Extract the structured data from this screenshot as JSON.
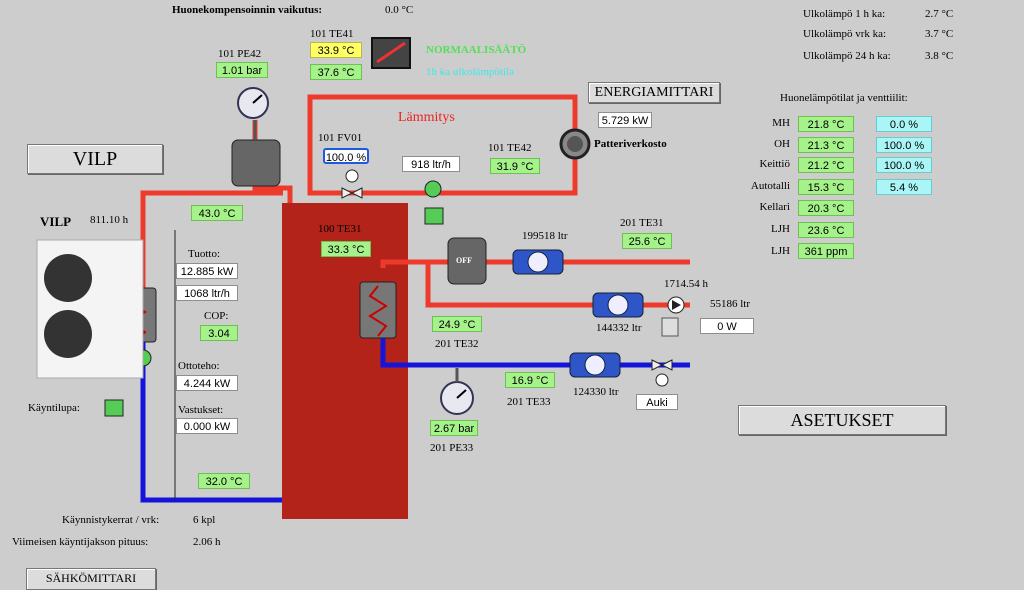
{
  "header": {
    "room_comp_label": "Huonekompensoinnin vaikutus:",
    "room_comp_value": "0.0 °C"
  },
  "outdoor": [
    {
      "label": "Ulkolämpö 1 h ka:",
      "value": "2.7 °C"
    },
    {
      "label": "Ulkolämpö vrk ka:",
      "value": "3.7 °C"
    },
    {
      "label": "Ulkolämpö 24 h ka:",
      "value": "3.8 °C"
    }
  ],
  "pe42": {
    "label": "101 PE42",
    "value": "1.01 bar"
  },
  "te41": {
    "label": "101 TE41",
    "value1": "33.9 °C",
    "value2": "37.6 °C"
  },
  "mode": {
    "normal": "NORMAALISÄÄTÖ",
    "sub": "1h ka ulkolämpötila"
  },
  "buttons": {
    "energy": "ENERGIAMITTARI",
    "vilp": "VILP",
    "settings": "ASETUKSET",
    "electric": "SÄHKÖMITTARI"
  },
  "energy_value": "5.729 kW",
  "heating": {
    "title": "Lämmitys",
    "fv01_label": "101 FV01",
    "fv01_value": "100.0 %",
    "flow": "918 ltr/h",
    "te42_label": "101 TE42",
    "te42_value": "31.9 °C",
    "network": "Patteriverkosto"
  },
  "vilp": {
    "title": "VILP",
    "hours": "811.10 h",
    "supply_temp": "43.0 °C",
    "return_temp": "32.0 °C",
    "permit_label": "Käyntilupa:"
  },
  "stats": {
    "output_label": "Tuotto:",
    "output_kw": "12.885 kW",
    "output_flow": "1068 ltr/h",
    "cop_label": "COP:",
    "cop_value": "3.04",
    "input_label": "Ottoteho:",
    "input_value": "4.244 kW",
    "resistor_label": "Vastukset:",
    "resistor_value": "0.000 kW",
    "starts_label": "Käynnistykerrat / vrk:",
    "starts_value": "6 kpl",
    "last_run_label": "Viimeisen käyntijakson pituus:",
    "last_run_value": "2.06 h"
  },
  "tank": {
    "te31_label": "100 TE31",
    "te31_value": "33.3 °C"
  },
  "dhw": {
    "meter1": "199518 ltr",
    "te31b_label": "201 TE31",
    "te31b_value": "25.6 °C",
    "off_label": "OFF",
    "pump_hours": "1714.54 h",
    "meter2": "144332 ltr",
    "meter2b": "55186 ltr",
    "pump_power": "0 W",
    "te32_value": "24.9 °C",
    "te32_label": "201 TE32",
    "te33_value": "16.9 °C",
    "te33_label": "201 TE33",
    "meter3": "124330 ltr",
    "valve_state": "Auki",
    "pe33_value": "2.67 bar",
    "pe33_label": "201 PE33"
  },
  "rooms": {
    "title": "Huonelämpötilat ja venttiilit:",
    "items": [
      {
        "name": "MH",
        "temp": "21.8 °C",
        "valve": "0.0 %"
      },
      {
        "name": "OH",
        "temp": "21.3 °C",
        "valve": "100.0 %"
      },
      {
        "name": "Keittiö",
        "temp": "21.2 °C",
        "valve": "100.0 %"
      },
      {
        "name": "Autotalli",
        "temp": "15.3 °C",
        "valve": "5.4 %"
      },
      {
        "name": "Kellari",
        "temp": "20.3 °C",
        "valve": ""
      },
      {
        "name": "LJH",
        "temp": "23.6 °C",
        "valve": ""
      },
      {
        "name": "LJH",
        "temp": "361 ppm",
        "valve": ""
      }
    ]
  },
  "colors": {
    "hot": "#ee3a2a",
    "cold": "#1414dd",
    "tank": "#b4231a",
    "value_green": "#a6f28a"
  }
}
